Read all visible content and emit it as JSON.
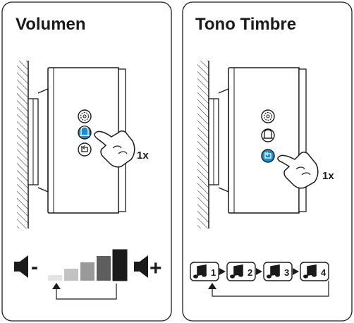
{
  "volume_panel": {
    "title": "Volumen",
    "press_count": "1x",
    "minus_label": "-",
    "plus_label": "+",
    "levels": 5,
    "level_colors": [
      "#e3e3e3",
      "#c2c2c2",
      "#9a9a9a",
      "#5e5e5e",
      "#1a1a1a"
    ]
  },
  "tone_panel": {
    "title": "Tono Timbre",
    "press_count": "1x",
    "tones": [
      {
        "number": "1"
      },
      {
        "number": "2"
      },
      {
        "number": "3"
      },
      {
        "number": "4"
      }
    ]
  },
  "device": {
    "buttons": [
      "gear-icon",
      "bell-icon",
      "return-icon"
    ],
    "highlight_color": "#1e8ec9"
  }
}
